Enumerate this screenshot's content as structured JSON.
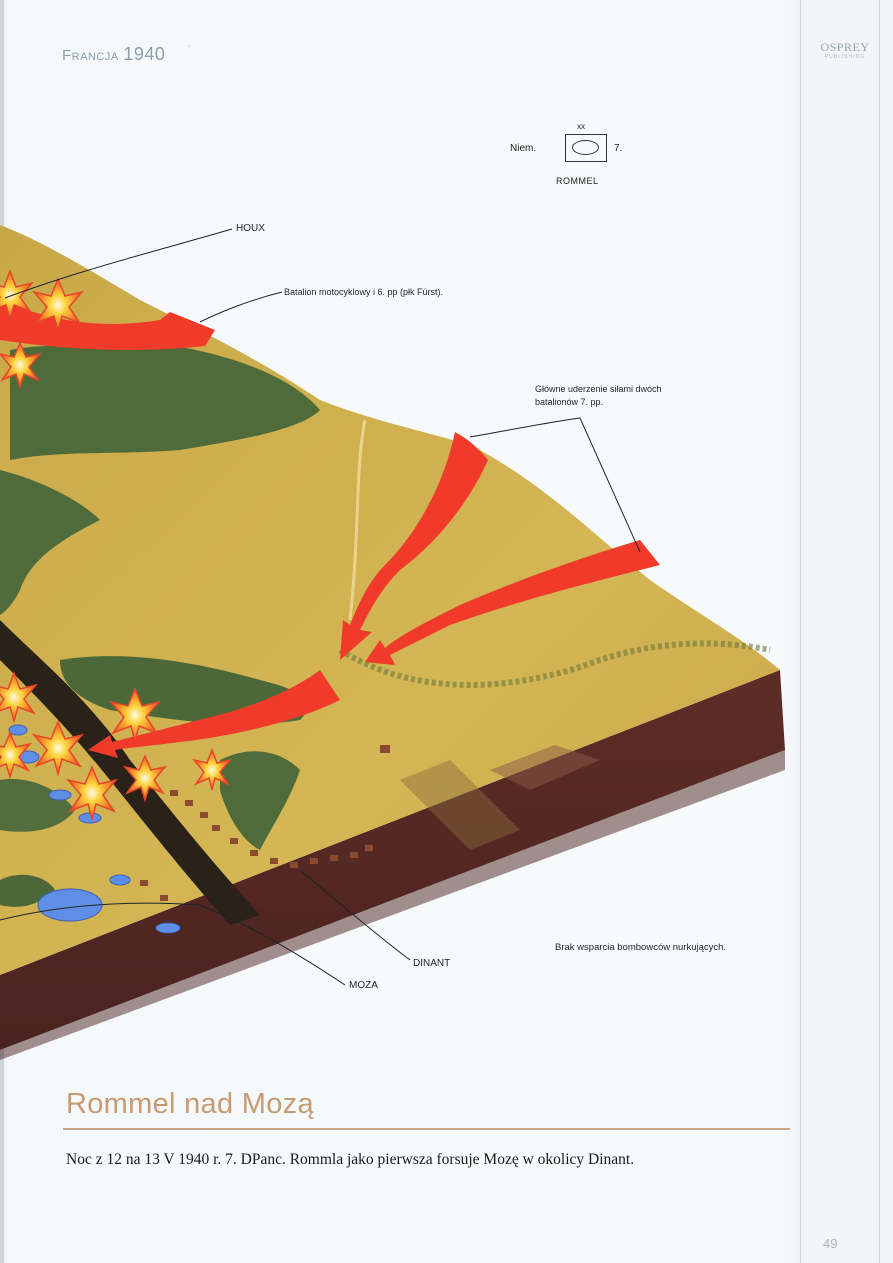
{
  "page": {
    "running_head": {
      "word": "Francja",
      "year": "1940"
    },
    "publisher": {
      "name": "Osprey",
      "sub": "Publishing"
    },
    "page_number": "49"
  },
  "unit_symbol": {
    "size_marker": "xx",
    "nationality": "Niem.",
    "unit_number": "7.",
    "commander": "ROMMEL",
    "symbol_type": "armoured-division-oval"
  },
  "map_labels": {
    "houx": "HOUX",
    "motorcycle_battalion": "Batalion motocyklowy i 6. pp (płk Fürst).",
    "main_attack_line1": "Główne uderzenie siłami dwóch",
    "main_attack_line2": "batalionów 7. pp.",
    "no_stuka": "Brak wsparcia bombowców nurkujących.",
    "dinant": "DINANT",
    "moza": "MOZA"
  },
  "colors": {
    "arrow_red": "#f03a2a",
    "terrain_yellow": "#cfae4a",
    "forest_green": "#4f6b3a",
    "soil_brown": "#5a2a25",
    "river_dark": "#2a2118",
    "water_tank_blue": "#5f8ee6",
    "title_tan": "#c69a72"
  },
  "section": {
    "title": "Rommel nad Mozą",
    "caption": "Noc z 12 na 13 V 1940 r. 7. DPanc. Rommla jako pierwsza forsuje Mozę w okolicy Dinant."
  }
}
